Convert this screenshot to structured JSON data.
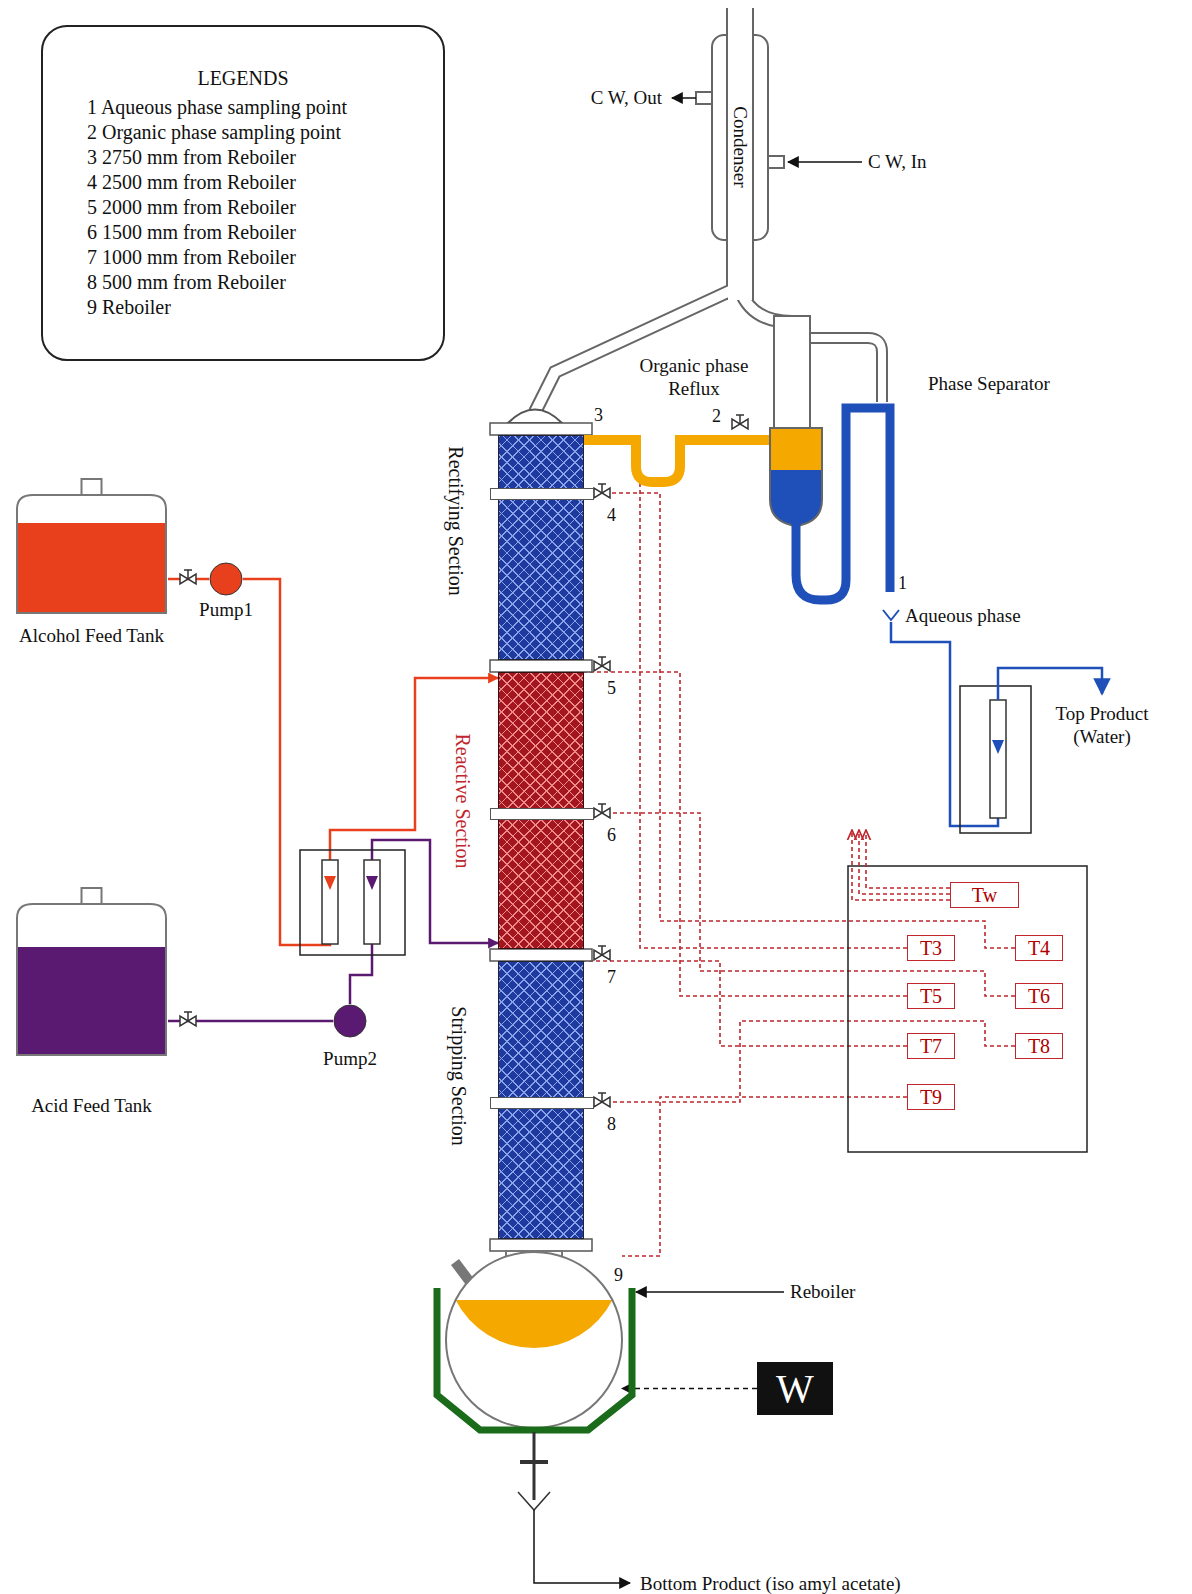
{
  "diagram": {
    "nodes": [
      {
        "text": [
          "LEGENDS",
          "1 Aqueous phase sampling point",
          "2 Organic phase sampling point",
          "3 2750 mm from Reboiler",
          "4 2500 mm from Reboiler",
          "5 2000 mm from Reboiler",
          "6 1500 mm from Reboiler",
          "7 1000 mm from Reboiler",
          "8 500 mm from Reboiler",
          "9 Reboiler"
        ]
      },
      {
        "text": [
          "Condenser"
        ]
      },
      {
        "text": [
          "Rectifying Section"
        ]
      },
      {
        "text": [
          "Reactive Section"
        ]
      },
      {
        "text": [
          "Stripping Section"
        ]
      },
      {
        "text": [
          "Alcohol Feed Tank"
        ]
      },
      {
        "text": [
          "Pump1"
        ]
      },
      {
        "text": [
          "Acid Feed Tank"
        ]
      },
      {
        "text": [
          "Pump2"
        ]
      },
      {
        "text": [
          "Tw"
        ]
      },
      {
        "text": [
          "T3"
        ]
      },
      {
        "text": [
          "T4"
        ]
      },
      {
        "text": [
          "T5"
        ]
      },
      {
        "text": [
          "T6"
        ]
      },
      {
        "text": [
          "T7"
        ]
      },
      {
        "text": [
          "T8"
        ]
      },
      {
        "text": [
          "T9"
        ]
      },
      {
        "text": [
          "Reboiler"
        ]
      },
      {
        "text": [
          "W"
        ]
      }
    ],
    "edges": [
      {
        "from": 5,
        "to": 6,
        "arrow": "none"
      },
      {
        "from": 6,
        "to": 3,
        "arrow": "to"
      },
      {
        "from": 7,
        "to": 8,
        "arrow": "none"
      },
      {
        "from": 8,
        "to": 3,
        "arrow": "to"
      },
      {
        "from": 10,
        "to": 2,
        "arrow": "none"
      },
      {
        "from": 11,
        "to": 2,
        "arrow": "none"
      },
      {
        "from": 12,
        "to": 3,
        "arrow": "none"
      },
      {
        "from": 13,
        "to": 3,
        "arrow": "none"
      },
      {
        "from": 14,
        "to": 4,
        "arrow": "none"
      },
      {
        "from": 15,
        "to": 4,
        "arrow": "none"
      },
      {
        "from": 16,
        "to": 17,
        "arrow": "none"
      },
      {
        "from": 18,
        "to": 17,
        "arrow": "to"
      }
    ],
    "labels": [
      "C W, Out",
      "C W, In",
      "Organic phase Reflux",
      "Phase Separator",
      "2",
      "3",
      "4",
      "1",
      "Aqueous phase",
      "5",
      "Top Product (Water)",
      "6",
      "7",
      "8",
      "9",
      "Bottom Product (iso amyl acetate)"
    ]
  }
}
